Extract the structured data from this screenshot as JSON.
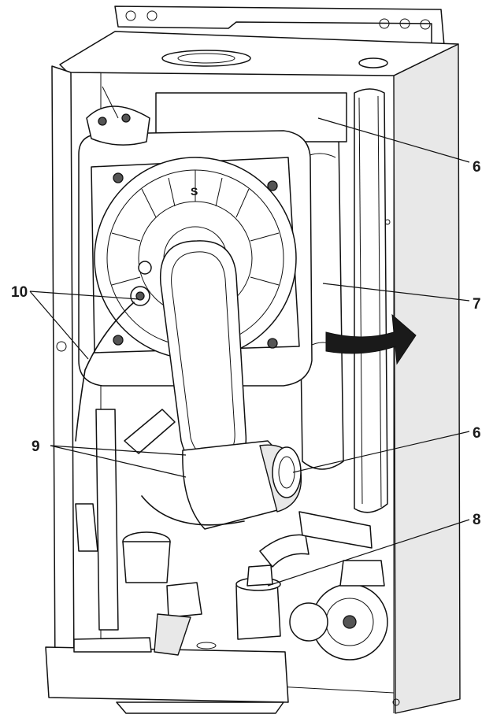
{
  "diagram": {
    "callouts": [
      {
        "id": "c6-top",
        "label": "6"
      },
      {
        "id": "c7",
        "label": "7"
      },
      {
        "id": "c10",
        "label": "10"
      },
      {
        "id": "c6-mid",
        "label": "6"
      },
      {
        "id": "c9",
        "label": "9"
      },
      {
        "id": "c8",
        "label": "8"
      }
    ],
    "colors": {
      "line": "#111111",
      "panel": "#e8e8e8",
      "arrow": "#1a1a1a"
    }
  }
}
